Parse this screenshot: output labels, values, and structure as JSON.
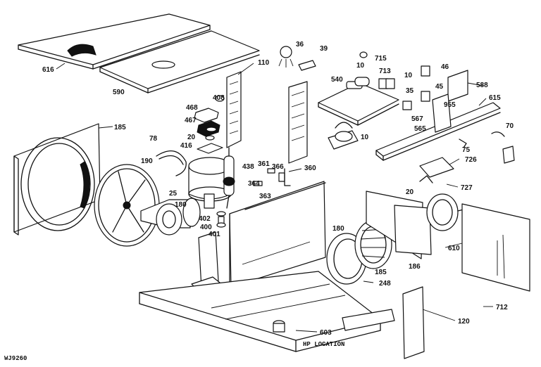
{
  "drawing_code": "WJ9260",
  "labels": {
    "p616": "616",
    "p590": "590",
    "p110": "110",
    "p36": "36",
    "p39": "39",
    "p715": "715",
    "p10a": "10",
    "p713": "713",
    "p10b": "10",
    "p46": "46",
    "p540": "540",
    "p35": "35",
    "p45": "45",
    "p588": "588",
    "p615": "615",
    "p955": "955",
    "p567": "567",
    "p565": "565",
    "p10c": "10",
    "p70": "70",
    "p75": "75",
    "p408": "408",
    "p468": "468",
    "p467": "467",
    "p20a": "20",
    "p416": "416",
    "p185a": "185",
    "p78": "78",
    "p190": "190",
    "p25": "25",
    "p180a": "180",
    "p438": "438",
    "p361": "361",
    "p366": "366",
    "p360": "360",
    "p364": "364",
    "p363": "363",
    "p402": "402",
    "p400": "400",
    "p401": "401",
    "p726": "726",
    "p20b": "20",
    "p727": "727",
    "p180b": "180",
    "p185b": "185",
    "p186": "186",
    "p610": "610",
    "p248": "248",
    "p712": "712",
    "p120": "120",
    "p603": "603"
  },
  "location_note": "HP LOCATION"
}
